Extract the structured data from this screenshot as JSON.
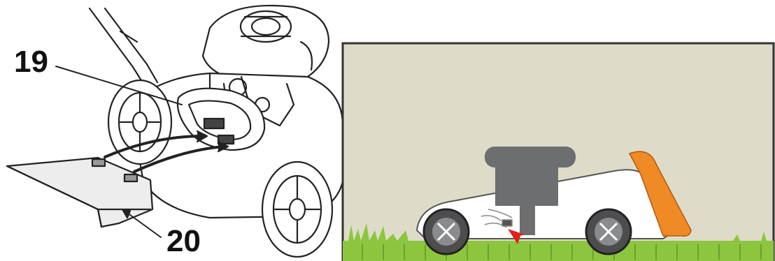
{
  "left_illustration": {
    "callouts": [
      {
        "number": "19",
        "target": "discharge-opening"
      },
      {
        "number": "20",
        "target": "mulching-plate"
      }
    ]
  },
  "right_illustration": {
    "colors": {
      "background": "#dedcc8",
      "grass": "#8cc63f",
      "deflector": "#f08a24",
      "motor_housing": "#6d6e70",
      "body": "#ffffff",
      "wheel": "#4d4d4f",
      "arrow": "#e0211a"
    }
  }
}
